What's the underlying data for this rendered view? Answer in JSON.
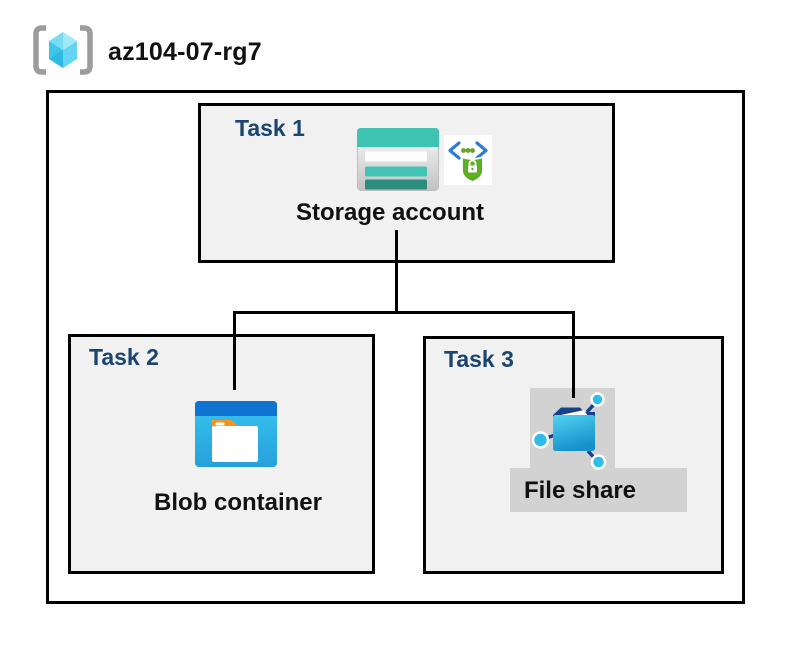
{
  "header": {
    "resource_group_name": "az104-07-rg7"
  },
  "tasks": [
    {
      "label": "Task 1",
      "resource": "Storage account",
      "icons": [
        "storage-account-icon",
        "secure-endpoint-icon"
      ]
    },
    {
      "label": "Task 2",
      "resource": "Blob container",
      "icons": [
        "blob-container-icon"
      ]
    },
    {
      "label": "Task 3",
      "resource": "File share",
      "icons": [
        "file-share-icon"
      ]
    }
  ],
  "connections": [
    {
      "from": "Storage account",
      "to": "Blob container"
    },
    {
      "from": "Storage account",
      "to": "File share"
    }
  ],
  "colors": {
    "task_label_navy": "#1a4570",
    "box_fill": "#f1f1f1",
    "box_border": "#000000",
    "storage_teal": "#3fc3b2",
    "storage_teal_dark": "#2c8c80",
    "blob_blue_band": "#0f74d1",
    "blob_cyan": "#31bdec",
    "folder_tab_orange": "#f7941e",
    "shield_green": "#5cae23",
    "chevron_blue": "#2e7cd6",
    "fileshare_navy": "#16418c",
    "node_cyan": "#2ebde9",
    "gray_highlight": "#d2d2d2",
    "rg_bracket_gray": "#9c9c9c",
    "rg_cube_cyan": "#44c8ec"
  }
}
